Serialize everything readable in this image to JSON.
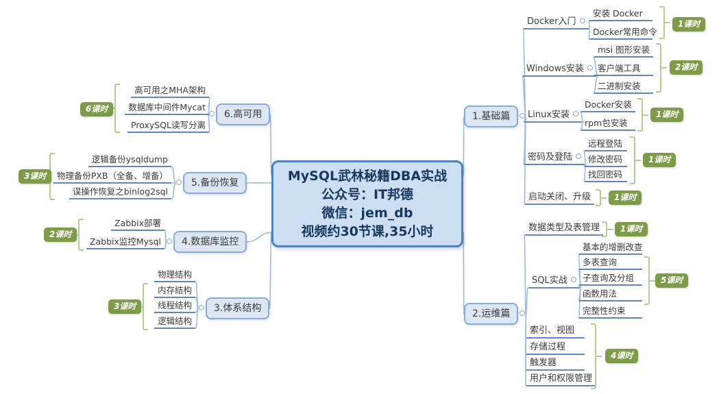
{
  "colors": {
    "central_fill": "#cddef2",
    "central_border": "#4f81bd",
    "central_text": "#17375d",
    "node_fill": "#dce6f2",
    "node_border": "#8aabd3",
    "topic_line": "#5c86c5",
    "connector": "#9bb9e0",
    "badge_bg": "#7d9b49",
    "badge_text": "#ffffff",
    "bracket": "#b5cd92"
  },
  "central": {
    "line1": "MySQL武林秘籍DBA实战",
    "line2": "公众号：IT邦德",
    "line3": "微信：jem_db",
    "line4": "视频约30节课,35小时"
  },
  "right": {
    "jichu": {
      "label": "1.基础篇",
      "docker": {
        "label": "Docker入门",
        "c1": "安装 Docker",
        "c2": "Docker常用命令",
        "badge": "1课时"
      },
      "windows": {
        "label": "Windows安装",
        "c1": "msi 图形安装",
        "c2": "客户端工具",
        "c3": "二进制安装",
        "badge": "2课时"
      },
      "linux": {
        "label": "Linux安装",
        "c1": "Docker安装",
        "c2": "rpm包安装",
        "badge": "1课时"
      },
      "mima": {
        "label": "密码及登陆",
        "c1": "远程登陆",
        "c2": "修改密码",
        "c3": "找回密码",
        "badge": "1课时"
      },
      "qidong": {
        "label": "启动关闭、升级",
        "badge": "1课时"
      }
    },
    "yunwei": {
      "label": "2.运维篇",
      "biaoguanli": {
        "label": "数据类型及表管理",
        "badge": "1课时"
      },
      "sql": {
        "label": "SQL实战",
        "c1": "基本的增删改查",
        "c2": "多表查询",
        "c3": "子查询及分组",
        "c4": "函数用法",
        "c5": "完整性约束",
        "badge": "5课时"
      },
      "suoyin": {
        "label": "索引、视图"
      },
      "cunchu": {
        "label": "存储过程"
      },
      "chufaqi": {
        "label": "触发器"
      },
      "quanxian": {
        "label": "用户和权限管理"
      },
      "lower_badge": "4课时"
    }
  },
  "left": {
    "gaokeyong": {
      "label": "6.高可用",
      "c1": "高可用之MHA架构",
      "c2": "数据库中间件Mycat",
      "c3": "ProxySQL读写分离",
      "badge": "6课时"
    },
    "beifen": {
      "label": "5.备份恢复",
      "c1": "逻辑备份ysqldump",
      "c2": "物理备份PXB（全备、增备）",
      "c3": "误操作恢复之binlog2sql",
      "badge": "3课时"
    },
    "jiankong": {
      "label": "4.数据库监控",
      "c1": "Zabbix部署",
      "c2": "Zabbix监控Mysql",
      "badge": "2课时"
    },
    "tixi": {
      "label": "3.体系结构",
      "c1": "物理结构",
      "c2": "内存结构",
      "c3": "线程结构",
      "c4": "逻辑结构",
      "badge": "3课时"
    }
  }
}
